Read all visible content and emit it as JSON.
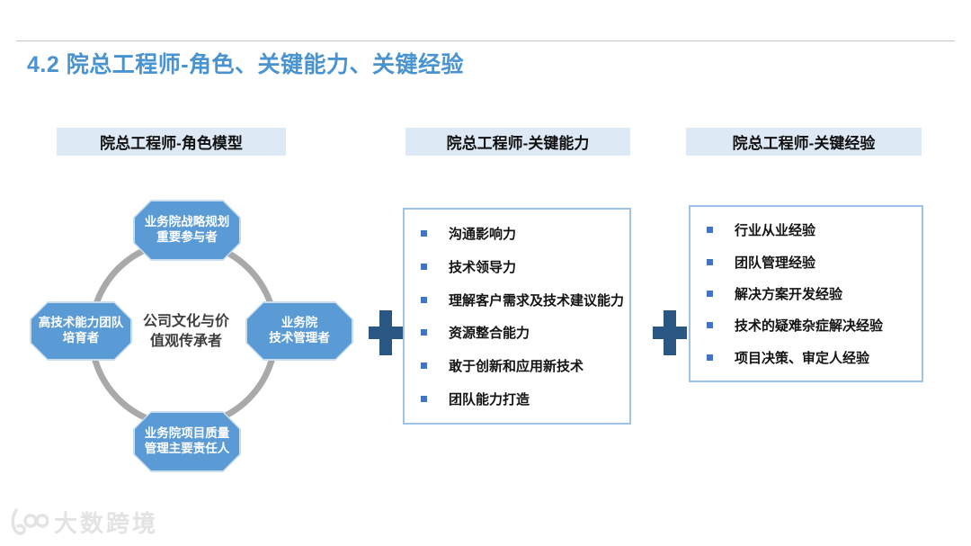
{
  "page": {
    "title": "4.2 院总工程师-角色、关键能力、关键经验"
  },
  "sections": {
    "role_model": {
      "header": "院总工程师-角色模型",
      "center": {
        "line1": "公司文化与价",
        "line2": "值观传承者"
      },
      "nodes": {
        "top": {
          "line1": "业务院战略规划",
          "line2": "重要参与者"
        },
        "left": {
          "line1": "高技术能力团队",
          "line2": "培育者"
        },
        "right": {
          "line1": "业务院",
          "line2": "技术管理者"
        },
        "bottom": {
          "line1": "业务院项目质量",
          "line2": "管理主要责任人"
        }
      }
    },
    "key_abilities": {
      "header": "院总工程师-关键能力",
      "items": [
        "沟通影响力",
        "技术领导力",
        "理解客户需求及技术建议能力",
        "资源整合能力",
        "敢于创新和应用新技术",
        "团队能力打造"
      ]
    },
    "key_experience": {
      "header": "院总工程师-关键经验",
      "items": [
        "行业从业经验",
        "团队管理经验",
        "解决方案开发经验",
        "技术的疑难杂症解决经验",
        "项目决策、审定人经验"
      ]
    }
  },
  "icons": {
    "plus_1": "plus-icon",
    "plus_2": "plus-icon",
    "watermark_logo": "brand-swirl-100-icon"
  },
  "watermark": {
    "text": "大数跨境"
  },
  "colors": {
    "title_blue": "#4893d0",
    "header_bg": "#dee9f6",
    "octagon_fill": "#5b9bd5",
    "octagon_text": "#ffffff",
    "ring_gray": "#a9a9a9",
    "plus_dark_blue": "#2a5783",
    "bullet_square": "#4472c4",
    "box_border": "#9dc3e6",
    "center_text": "#3f3f3f",
    "watermark_gray": "#e3e3e3"
  }
}
